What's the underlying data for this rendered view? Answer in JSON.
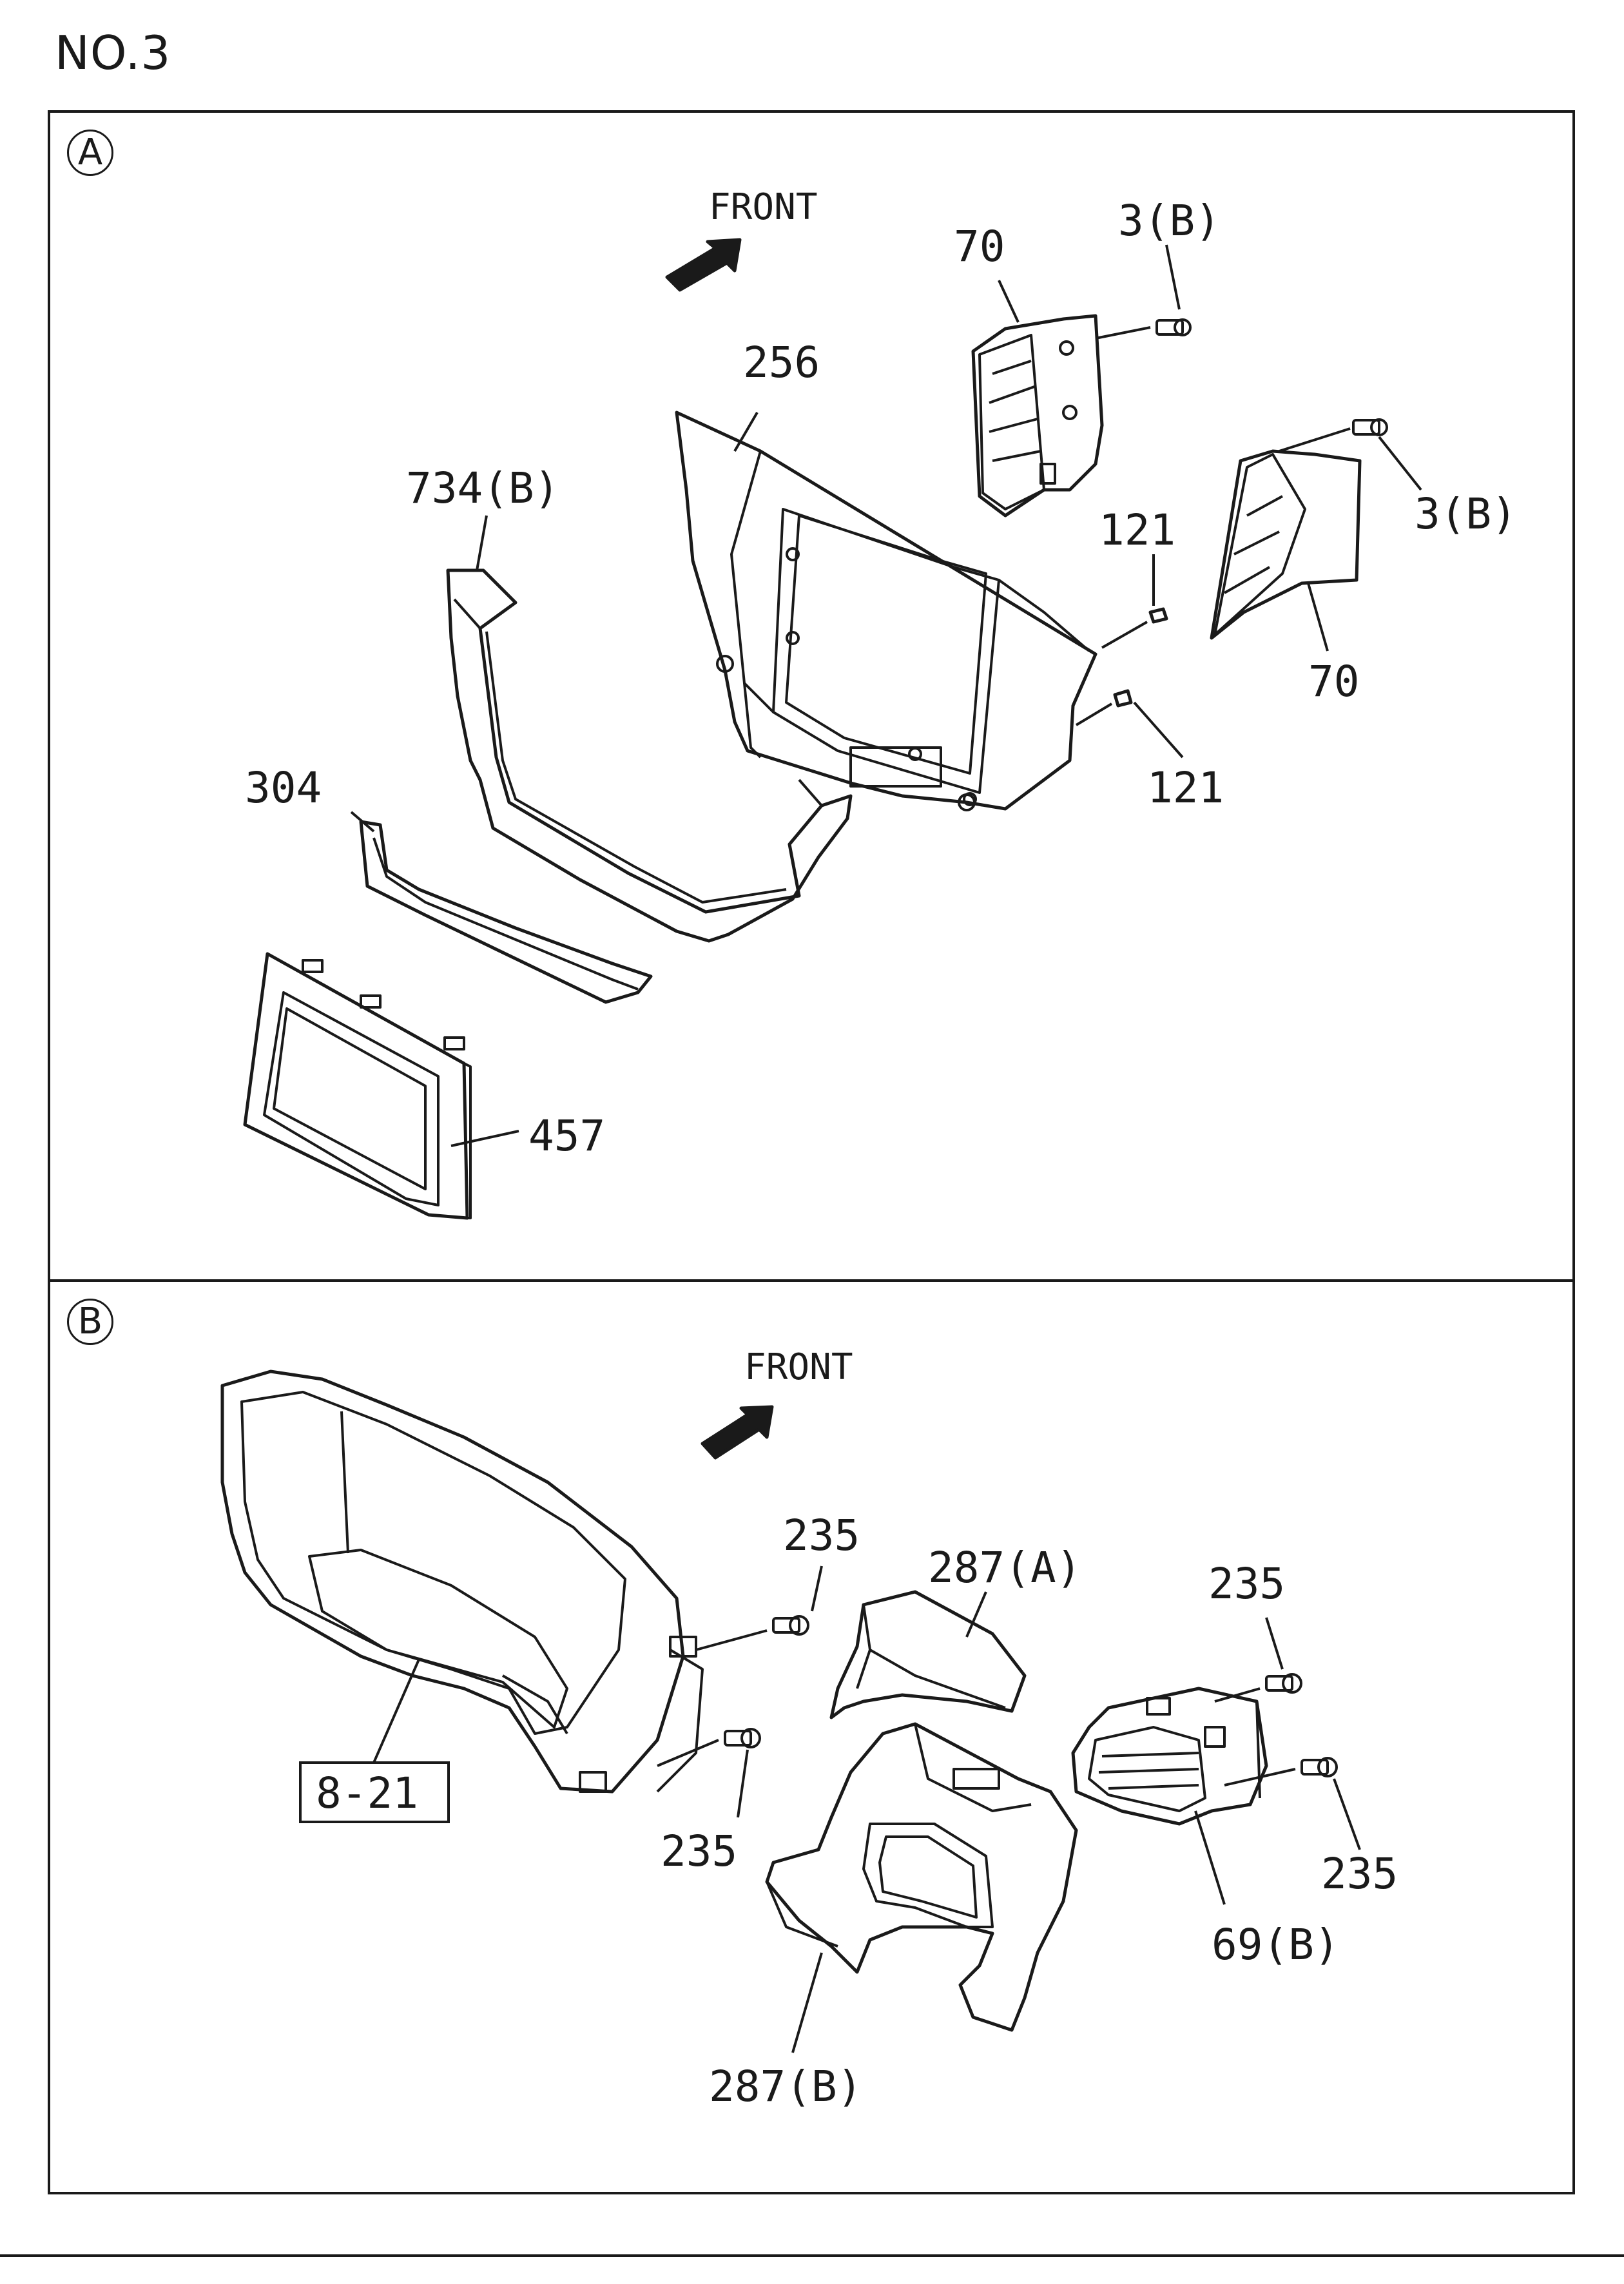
{
  "page": {
    "title": "NO.3"
  },
  "panels": [
    {
      "id": "A",
      "direction_label": "FRONT",
      "callouts": [
        "256",
        "734(B)",
        "304",
        "457",
        "70",
        "3(B)",
        "3(B)",
        "70",
        "121",
        "121"
      ]
    },
    {
      "id": "B",
      "direction_label": "FRONT",
      "callouts": [
        "8-21",
        "235",
        "235",
        "287(A)",
        "235",
        "235",
        "69(B)",
        "287(B)"
      ]
    }
  ]
}
